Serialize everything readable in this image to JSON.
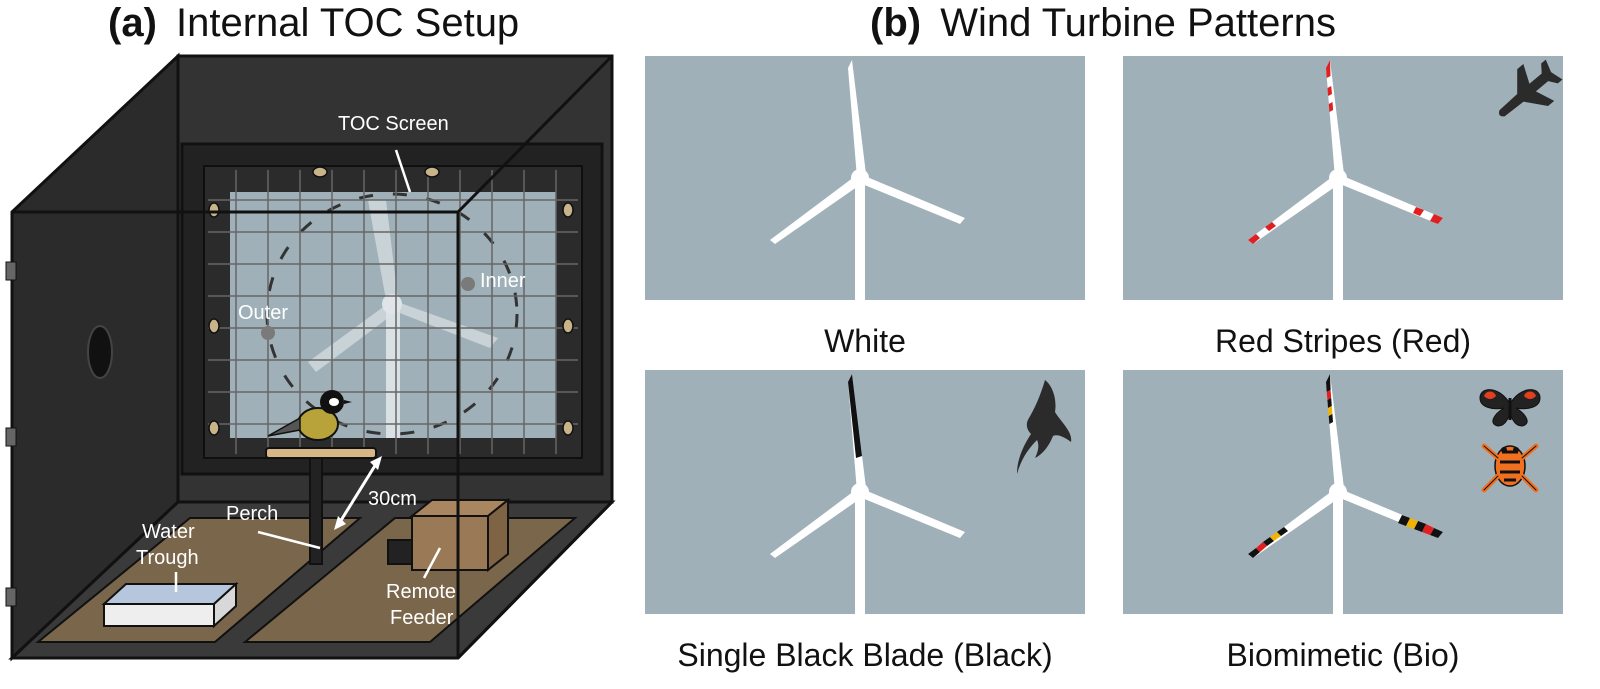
{
  "panel_a": {
    "tag": "(a)",
    "title": "Internal TOC Setup",
    "labels": {
      "toc_screen": "TOC Screen",
      "inner": "Inner",
      "outer": "Outer",
      "distance": "30cm",
      "perch": "Perch",
      "water_trough_line1": "Water",
      "water_trough_line2": "Trough",
      "remote_feeder_line1": "Remote",
      "remote_feeder_line2": "Feeder"
    }
  },
  "panel_b": {
    "tag": "(b)",
    "title": "Wind Turbine Patterns",
    "patterns": [
      {
        "caption": "White"
      },
      {
        "caption": "Red Stripes (Red)"
      },
      {
        "caption": "Single Black Blade (Black)"
      },
      {
        "caption": "Biomimetic (Bio)"
      }
    ]
  },
  "colors": {
    "panel_bg": "#9fb0b8",
    "box_dark": "#2b2b2b",
    "floor": "#7a664a",
    "stripe_red": "#e02020",
    "stripe_yellow": "#f0b400"
  }
}
